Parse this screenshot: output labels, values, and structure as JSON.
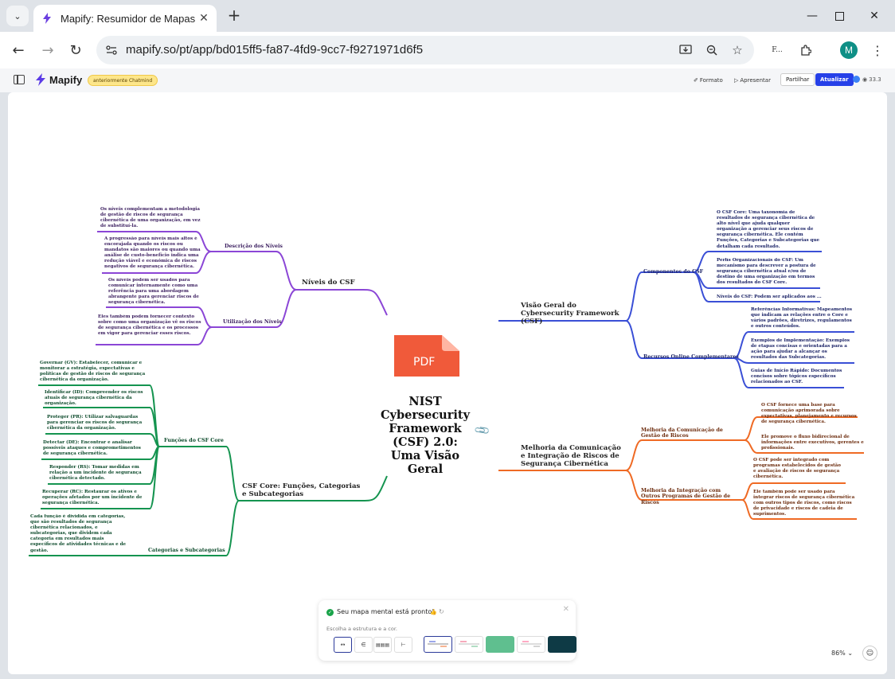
{
  "browser": {
    "tab_title": "Mapify: Resumidor de Mapas Mentais",
    "url": "mapify.so/pt/app/bd015ff5-fa87-4fd9-9cc7-f9271971d6f5",
    "profile_initial": "M",
    "extension_label": "F..."
  },
  "app": {
    "logo": "Mapify",
    "badge": "anteriormente Chatmind",
    "format": "Formato",
    "present": "Apresentar",
    "share": "Partilhar",
    "update": "Atualizar",
    "credits": "33.3"
  },
  "map": {
    "central": "NIST Cybersecurity Framework (CSF) 2.0: Uma Visão Geral",
    "pdf_label": "PDF",
    "colors": {
      "purple": "#8b46d6",
      "blue": "#3a4fd6",
      "orange": "#ef6a24",
      "green": "#159450"
    },
    "niveis": {
      "title": "Níveis do CSF",
      "desc": {
        "label": "Descrição dos Níveis",
        "items": [
          "Os níveis complementam a metodologia de gestão de riscos de segurança cibernética de uma organização, em vez de substituí-la.",
          "A progressão para níveis mais altos é encorajada quando os riscos ou mandatos são maiores ou quando uma análise de custo-benefício indica uma redução viável e económica de riscos negativos de segurança cibernética."
        ]
      },
      "util": {
        "label": "Utilização dos Níveis",
        "items": [
          "Os níveis podem ser usados para comunicar internamente como uma referência para uma abordagem abrangente para gerenciar riscos de segurança cibernética.",
          "Eles também podem fornecer contexto sobre como uma organização vê os riscos de segurança cibernética e os processos em vigor para gerenciar esses riscos."
        ]
      }
    },
    "visao": {
      "title": "Visão Geral do Cybersecurity Framework (CSF)",
      "comp": {
        "label": "Componentes do CSF",
        "items": [
          "O CSF Core: Uma taxonomia de resultados de segurança cibernética de alto nível que ajuda qualquer organização a gerenciar seus riscos de segurança cibernética. Ele contém Funções, Categorias e Subcategorias que detalham cada resultado.",
          "Perfis Organizacionais do CSF: Um mecanismo para descrever a postura de segurança cibernética atual e/ou de destino de uma organização em termos dos resultados do CSF Core.",
          "Níveis do CSF: Podem ser aplicados aos ..."
        ]
      },
      "rec": {
        "label": "Recursos Online Complementares",
        "items": [
          "Referências Informativas: Mapeamentos que indicam as relações entre o Core e vários padrões, diretrizes, regulamentos e outros conteúdos.",
          "Exemplos de Implementação: Exemplos de etapas concisas e orientadas para a ação para ajudar a alcançar os resultados das Subcategorias.",
          "Guias de Início Rápido: Documentos concisos sobre tópicos específicos relacionados ao CSF."
        ]
      }
    },
    "melhoria": {
      "title": "Melhoria da Comunicação e Integração de Riscos de Segurança Cibernética",
      "comm": {
        "label": "Melhoria da Comunicação de Gestão de Riscos",
        "items": [
          "O CSF fornece uma base para comunicação aprimorada sobre expectativas, planejamento e recursos de segurança cibernética.",
          "Ele promove o fluxo bidirecional de informações entre executivos, gerentes e profissionais."
        ]
      },
      "integ": {
        "label": "Melhoria da Integração com Outros Programas de Gestão de Riscos",
        "items": [
          "O CSF pode ser integrado com programas estabelecidos de gestão e avaliação de riscos de segurança cibernética.",
          "Ele também pode ser usado para integrar riscos de segurança cibernética com outros tipos de riscos, como riscos de privacidade e riscos de cadeia de suprimentos."
        ]
      }
    },
    "core": {
      "title": "CSF Core: Funções, Categorias e Subcategorias",
      "func": {
        "label": "Funções do CSF Core",
        "items": [
          "Governar (GV): Estabelecer, comunicar e monitorar a estratégia, expectativas e políticas de gestão de riscos de segurança cibernética da organização.",
          "Identificar (ID): Compreender os riscos atuais de segurança cibernética da organização.",
          "Proteger (PR): Utilizar salvaguardas para gerenciar os riscos de segurança cibernética da organização.",
          "Detectar (DE): Encontrar e analisar possíveis ataques e comprometimentos de segurança cibernética.",
          "Responder (RS): Tomar medidas em relação a um incidente de segurança cibernética detectado.",
          "Recuperar (RC): Restaurar os ativos e operações afetados por um incidente de segurança cibernética."
        ]
      },
      "cat": {
        "label": "Categorias e Subcategorias",
        "items": [
          "Cada função é dividida em categorias, que são resultados de segurança cibernética relacionados, e subcategorias, que dividem cada categoria em resultados mais específicos de atividades técnicas e de gestão."
        ]
      }
    }
  },
  "panel": {
    "title": "Seu mapa mental está pronto!",
    "subtitle": "Escolha a estrutura e a cor.",
    "layouts": [
      "mind-map-icon",
      "right-map-icon",
      "org-chart-icon",
      "tree-icon"
    ]
  },
  "zoom": "86%"
}
